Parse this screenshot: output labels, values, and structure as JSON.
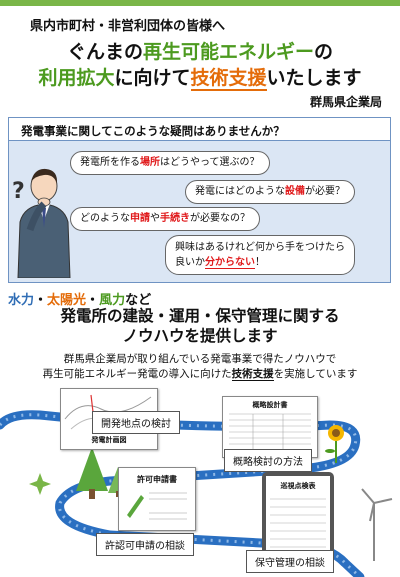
{
  "header": {
    "audience": "県内市町村・非営利団体の皆様へ",
    "headline_line1": {
      "a": "ぐんまの",
      "b": "再生可能エネルギー",
      "c": "の"
    },
    "headline_line2": {
      "a": "利用拡大",
      "b": "に向けて",
      "c": "技術支援",
      "d": "いたします"
    },
    "bureau": "群馬県企業局"
  },
  "questions": {
    "title": "発電事業に関してこのような疑問はありませんか？",
    "q1": {
      "a": "発電所を作る",
      "b": "場所",
      "c": "はどうやって選ぶの？"
    },
    "q2": {
      "a": "発電にはどのような",
      "b": "設備",
      "c": "が必要？"
    },
    "q3": {
      "a": "どのような",
      "b": "申請",
      "c": "や",
      "d": "手続き",
      "e": "が必要なの？"
    },
    "q4": {
      "a": "興味はあるけれど何から手をつけたら",
      "b": "良いか",
      "c": "分からない",
      "d": "！"
    },
    "question_mark": "?"
  },
  "categories": {
    "hydro": "水力",
    "dot1": "・",
    "solar": "太陽光",
    "dot2": "・",
    "wind": "風力",
    "suffix": "など"
  },
  "main": {
    "line1": "発電所の建設・運用・保守管理に関する",
    "line2": "ノウハウを提供します"
  },
  "description": {
    "line1": "群馬県企業局が取り組んでいる発電事業で得たノウハウで",
    "line2a": "再生可能エネルギー発電の導入に向けた",
    "line2b": "技術支援",
    "line2c": "を実施しています"
  },
  "steps": {
    "site": "開発地点の検討",
    "plan_doc": "発電計画図",
    "study": "概略検討の方法",
    "study_doc": "概略設計書",
    "permit": "許認可申請の相談",
    "permit_doc": "許可申請書",
    "maintenance": "保守管理の相談",
    "inspect_doc": "巡視点検表"
  },
  "colors": {
    "green": "#4c9a1f",
    "orange": "#e46c0a",
    "blue": "#2f6db5",
    "red": "#e0181a",
    "question_bg": "#dbe6f4",
    "road": "#2a6fc1"
  }
}
